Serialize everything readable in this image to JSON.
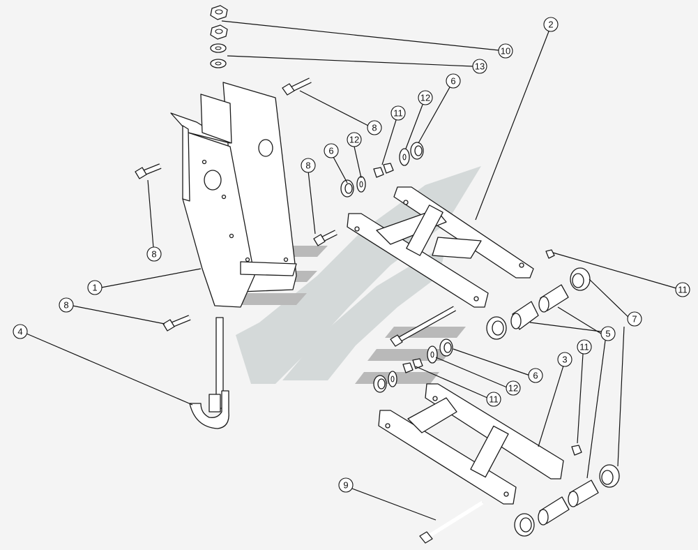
{
  "callouts": [
    {
      "id": "c-10",
      "label": "10"
    },
    {
      "id": "c-13",
      "label": "13"
    },
    {
      "id": "c-2",
      "label": "2"
    },
    {
      "id": "c-8a",
      "label": "8"
    },
    {
      "id": "c-6a",
      "label": "6"
    },
    {
      "id": "c-12a",
      "label": "12"
    },
    {
      "id": "c-11a",
      "label": "11"
    },
    {
      "id": "c-12b",
      "label": "12"
    },
    {
      "id": "c-6b",
      "label": "6"
    },
    {
      "id": "c-8b",
      "label": "8"
    },
    {
      "id": "c-8c",
      "label": "8"
    },
    {
      "id": "c-1",
      "label": "1"
    },
    {
      "id": "c-8d",
      "label": "8"
    },
    {
      "id": "c-4",
      "label": "4"
    },
    {
      "id": "c-11b",
      "label": "11"
    },
    {
      "id": "c-7",
      "label": "7"
    },
    {
      "id": "c-5",
      "label": "5"
    },
    {
      "id": "c-11c",
      "label": "11"
    },
    {
      "id": "c-3",
      "label": "3"
    },
    {
      "id": "c-6c",
      "label": "6"
    },
    {
      "id": "c-12c",
      "label": "12"
    },
    {
      "id": "c-11d",
      "label": "11"
    },
    {
      "id": "c-9",
      "label": "9"
    }
  ],
  "colors": {
    "line": "#1a1a1a",
    "watermark_grey": "#b9b9b9",
    "watermark_light": "#d4d9d9",
    "background": "#f4f4f4"
  }
}
